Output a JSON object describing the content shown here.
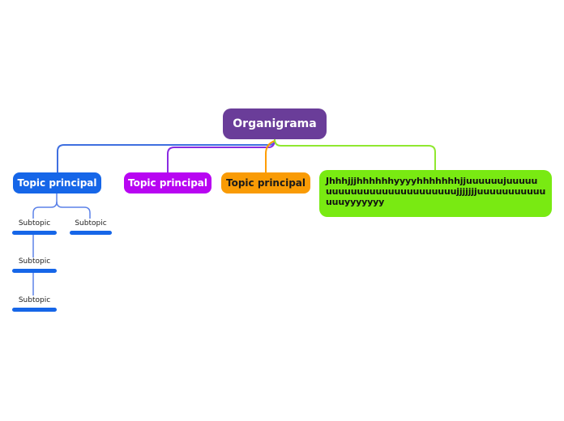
{
  "canvas": {
    "background": "#ffffff"
  },
  "root_topic": {
    "label": "Organigrama",
    "fill": "#6a3d99",
    "text_color": "#ffffff"
  },
  "main_topics": [
    {
      "label": "Topic principal",
      "fill": "#1666e8",
      "text_color": "#ffffff",
      "connector_color": "#3f6fe0"
    },
    {
      "label": "Topic principal",
      "fill": "#b805f2",
      "text_color": "#ffffff",
      "connector_color": "#8a2be2"
    },
    {
      "label": "Topic principal",
      "fill": "#f99b05",
      "text_color": "#1a1a1a",
      "connector_color": "#ff9d00"
    },
    {
      "label_lines": [
        "Jhhhjjjhhhhhhyyyyhhhhhhhjjuuuuuujuuuuu",
        "uuuuuuuuuuuuuuuuuuuuujjjjjjjuuuuuuuuuuu",
        "uuuyyyyyyy"
      ],
      "fill": "#79ea12",
      "text_color": "#111111",
      "connector_color": "#90e830"
    }
  ],
  "subtopics": [
    {
      "label": "Subtopic"
    },
    {
      "label": "Subtopic"
    },
    {
      "label": "Subtopic"
    },
    {
      "label": "Subtopic"
    }
  ],
  "subtopic_style": {
    "bar_color": "#1666e8",
    "connector_color": "#5c82e8",
    "text_color": "#222222"
  }
}
